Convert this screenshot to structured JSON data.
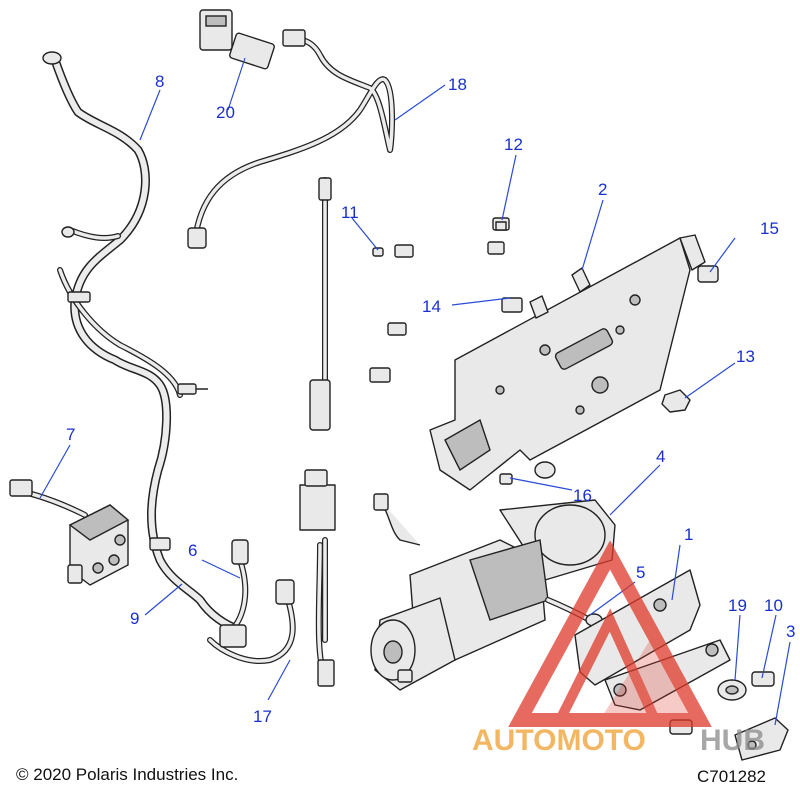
{
  "callouts": [
    {
      "id": "1",
      "text": "1"
    },
    {
      "id": "2",
      "text": "2"
    },
    {
      "id": "3",
      "text": "3"
    },
    {
      "id": "4",
      "text": "4"
    },
    {
      "id": "5",
      "text": "5"
    },
    {
      "id": "6",
      "text": "6"
    },
    {
      "id": "7",
      "text": "7"
    },
    {
      "id": "8",
      "text": "8"
    },
    {
      "id": "9",
      "text": "9"
    },
    {
      "id": "10",
      "text": "10"
    },
    {
      "id": "11",
      "text": "11"
    },
    {
      "id": "12",
      "text": "12"
    },
    {
      "id": "13",
      "text": "13"
    },
    {
      "id": "14",
      "text": "14"
    },
    {
      "id": "15",
      "text": "15"
    },
    {
      "id": "16",
      "text": "16"
    },
    {
      "id": "17",
      "text": "17"
    },
    {
      "id": "18",
      "text": "18"
    },
    {
      "id": "19",
      "text": "19"
    },
    {
      "id": "20",
      "text": "20"
    }
  ],
  "footer": {
    "copyright": "© 2020 Polaris Industries Inc.",
    "drawing_code": "C701282"
  },
  "watermark": {
    "text_part1": "AUTOMOTO",
    "text_part2": "HUB",
    "color_red": "#e0392b",
    "color_orange": "#f0a030",
    "color_gray": "#8a8a8a"
  },
  "colors": {
    "callout": "#1a2fd0",
    "line_art": "#222222"
  }
}
